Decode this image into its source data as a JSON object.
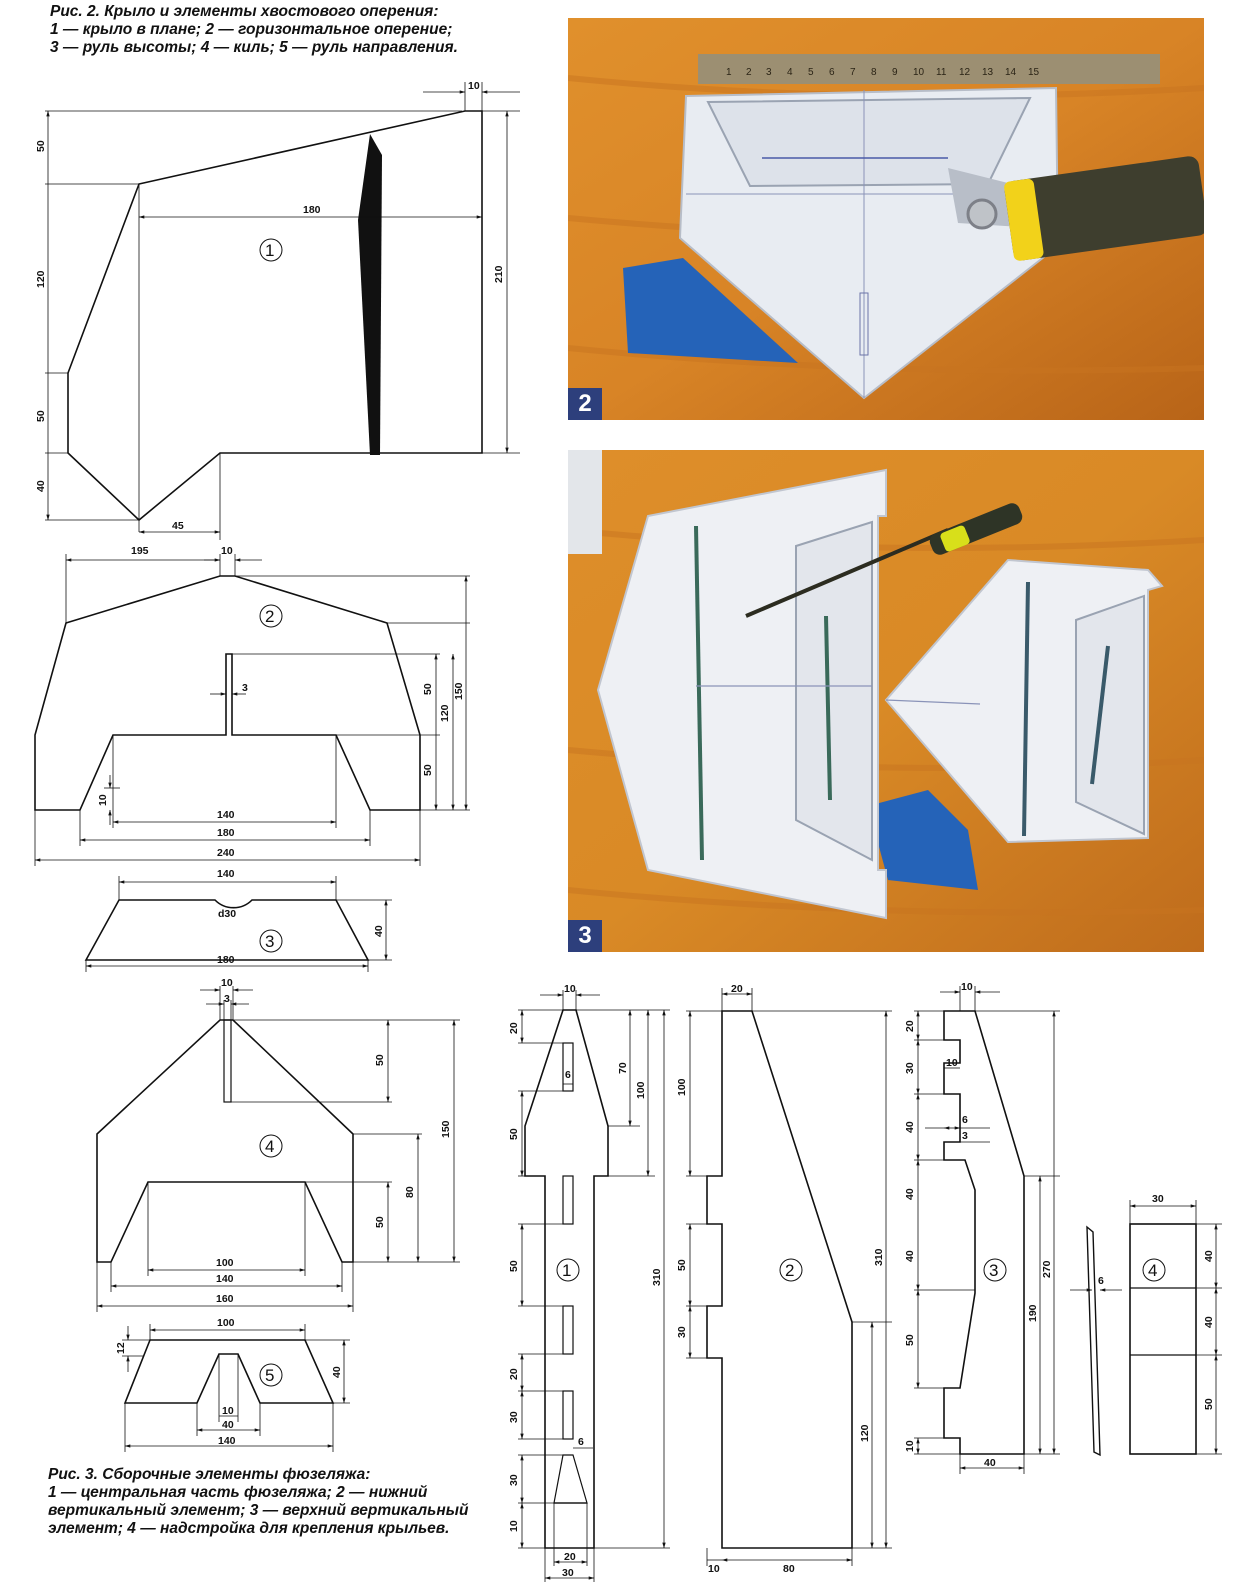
{
  "figure2_caption": {
    "line1": "Рис. 2. Крыло и элементы хвостового оперения:",
    "line2": "1 — крыло в плане; 2 — горизонтальное оперение;",
    "line3": "3 — руль высоты; 4 — киль; 5 — руль направления."
  },
  "figure3_caption": {
    "line1": "Рис. 3. Сборочные элементы фюзеляжа:",
    "line2": "1 — центральная часть фюзеляжа; 2 — нижний",
    "line3": "вертикальный элемент; 3 — верхний вертикальный",
    "line4": "элемент; 4 — надстройка для крепления крыльев."
  },
  "photos": {
    "photo2": {
      "badge": "2",
      "ruler_marks": [
        "1",
        "2",
        "3",
        "4",
        "5",
        "6",
        "7",
        "8",
        "9",
        "10",
        "11",
        "12",
        "13",
        "14",
        "15"
      ]
    },
    "photo3": {
      "badge": "3"
    }
  },
  "part_numbers": {
    "wing": "1",
    "stabilizer": "2",
    "elevator": "3",
    "fin": "4",
    "rudder": "5",
    "fus_center": "1",
    "fus_lower": "2",
    "fus_upper": "3",
    "fus_mount": "4"
  },
  "dims": {
    "wing": {
      "top_gap": "10",
      "root_left_50": "50",
      "left_120": "120",
      "left_50": "50",
      "left_40": "40",
      "span_180": "180",
      "height_210": "210",
      "notch_45": "45"
    },
    "stab": {
      "w195": "195",
      "w10": "10",
      "slot3": "3",
      "h50": "50",
      "h120": "120",
      "h150": "150",
      "h50b": "50",
      "h10": "10",
      "w140": "140",
      "w180": "180",
      "w240": "240"
    },
    "elevator": {
      "w140": "140",
      "hole": "d30",
      "h40": "40",
      "w180": "180"
    },
    "fin": {
      "w10": "10",
      "w3": "3",
      "h50": "50",
      "h150": "150",
      "h80": "80",
      "h50b": "50",
      "w100": "100",
      "w140": "140",
      "w160": "160"
    },
    "rudder": {
      "w100": "100",
      "h12": "12",
      "h40": "40",
      "w10": "10",
      "w40": "40",
      "w140": "140"
    },
    "fc": {
      "top10": "10",
      "h20": "20",
      "h50": "50",
      "w6": "6",
      "h70": "70",
      "h100": "100",
      "h310": "310",
      "h50b": "50",
      "h20b": "20",
      "h30": "30",
      "w6b": "6",
      "h30b": "30",
      "h10": "10",
      "w20": "20",
      "w30": "30"
    },
    "fl": {
      "top20": "20",
      "h100": "100",
      "h50": "50",
      "h30": "30",
      "h310": "310",
      "h120": "120",
      "w10": "10",
      "w80": "80"
    },
    "fu": {
      "top10": "10",
      "h20": "20",
      "h30": "30",
      "w10": "10",
      "h40": "40",
      "w6": "6",
      "w3": "3",
      "h40b": "40",
      "h40c": "40",
      "h50": "50",
      "h10": "10",
      "w40": "40",
      "h270": "270",
      "h190": "190"
    },
    "fm": {
      "w6": "6",
      "w30": "30",
      "h40": "40",
      "h40b": "40",
      "h50": "50"
    }
  }
}
